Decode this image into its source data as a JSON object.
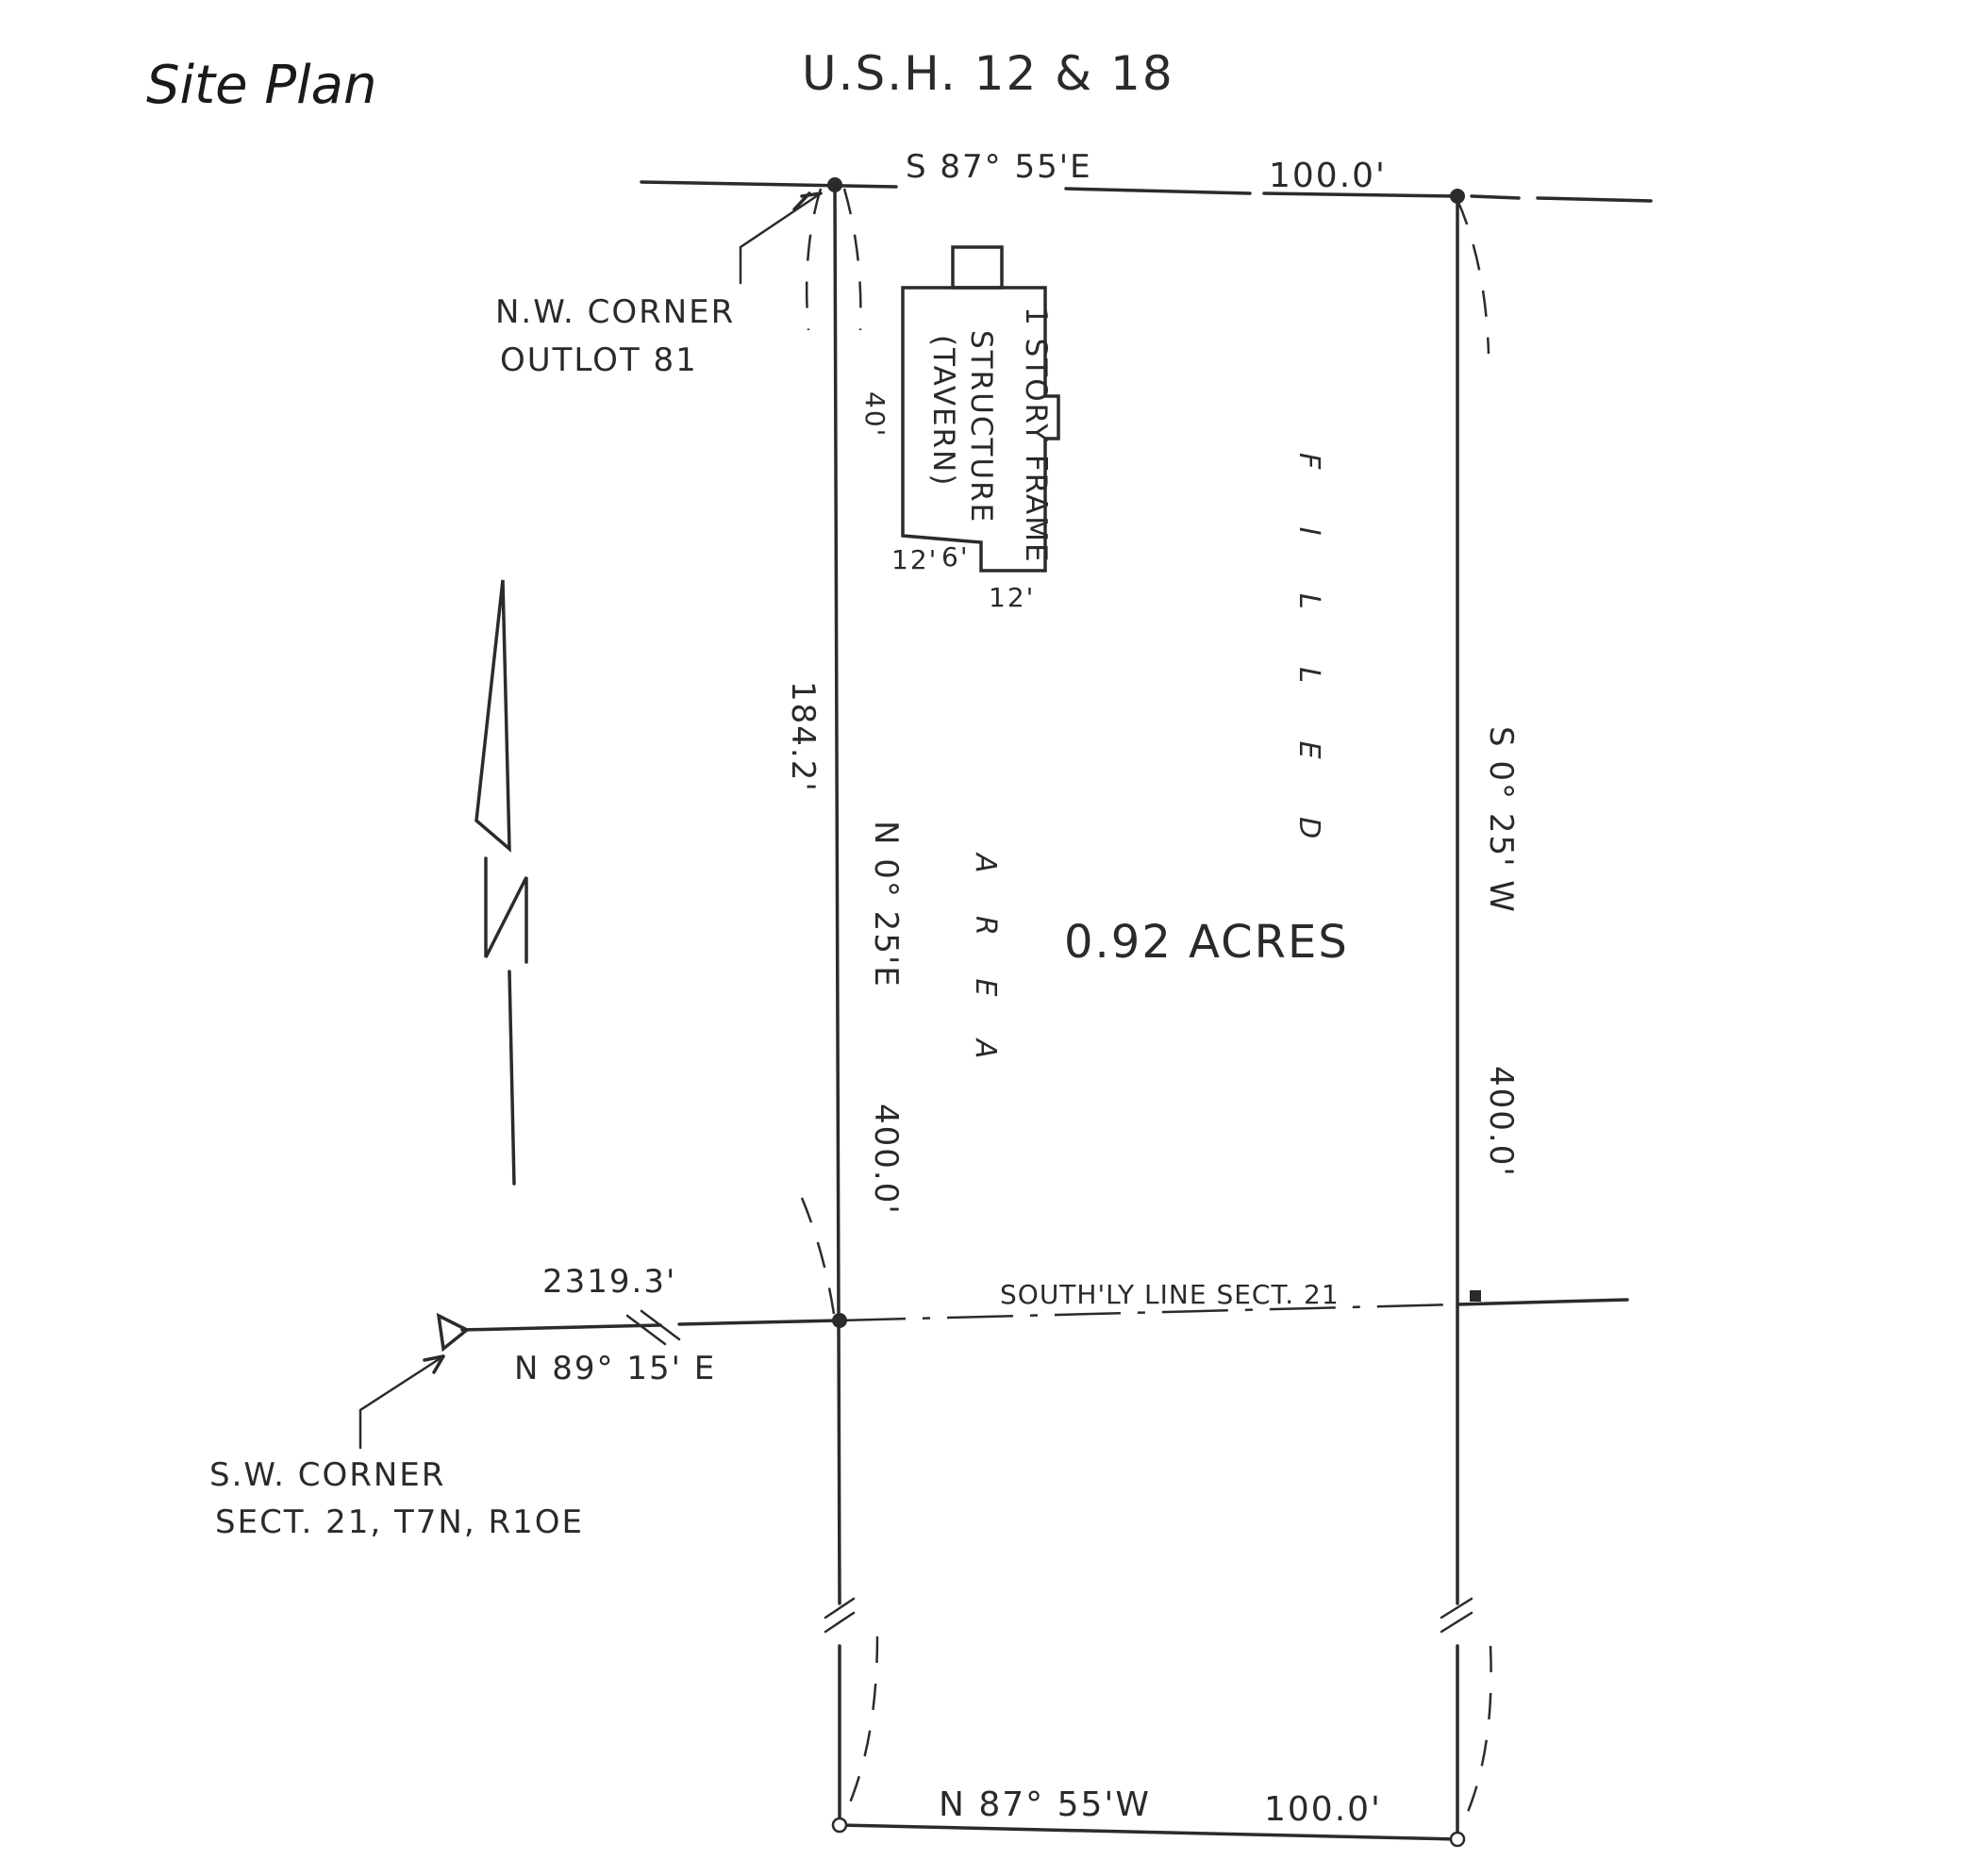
{
  "title": "Site Plan",
  "highway": "U.S.H.   12 & 18",
  "north_bearing": "S 87° 55'E",
  "north_distance": "100.0'",
  "south_bearing": "N 87° 55'W",
  "south_distance": "100.0'",
  "west_bearing": "N 0° 25'E",
  "west_distance": "400.0'",
  "west_partial": "184.2'",
  "east_bearing": "S 0° 25' W",
  "east_distance": "400.0'",
  "nw_corner_line1": "N.W. CORNER",
  "nw_corner_line2": "OUTLOT 81",
  "sw_corner_line1": "S.W. CORNER",
  "sw_corner_line2": "SECT. 21, T7N, R1OE",
  "tie_distance": "2319.3'",
  "tie_bearing": "N 89° 15' E",
  "section_line": "SOUTH'LY LINE SECT. 21",
  "acreage": "0.92 ACRES",
  "filled_word": "F I L L E D",
  "area_word": "A R E A",
  "building": {
    "line1": "1 STORY FRAME",
    "line2": "STRUCTURE",
    "line3": "(TAVERN)",
    "dim_side": "40'",
    "dim_a": "12'",
    "dim_b": "6'",
    "dim_c": "12'"
  },
  "north_arrow_label": "N"
}
